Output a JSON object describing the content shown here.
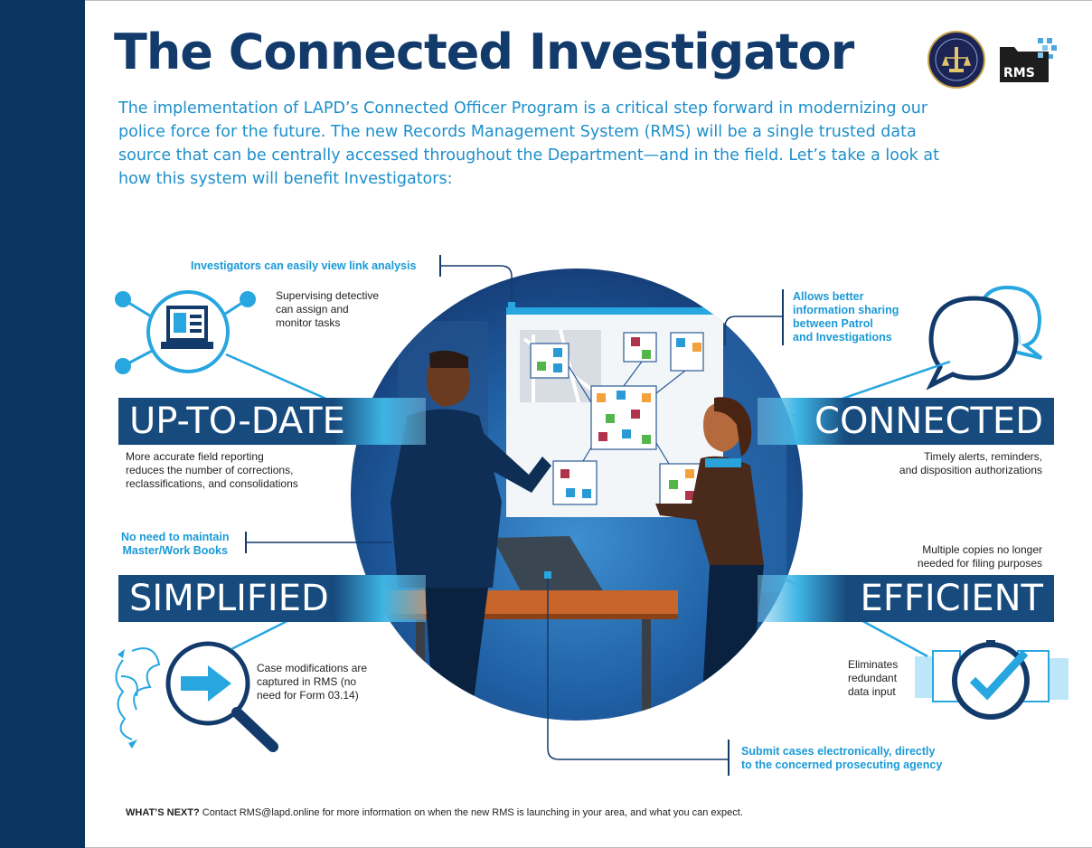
{
  "header": {
    "title": "The Connected Investigator",
    "intro": "The implementation of LAPD’s Connected Officer Program is a critical step forward in modernizing our police force for the future. The new Records Management System (RMS) will be a single trusted data source that can be centrally accessed throughout the Department—and in the field. Let’s take a look at how this system will benefit Investigators:"
  },
  "logos": {
    "rms_label": "RMS"
  },
  "callouts": {
    "link_analysis": "Investigators can easily view link analysis",
    "info_sharing_1": "Allows better",
    "info_sharing_2": "information sharing",
    "info_sharing_3": "between Patrol",
    "info_sharing_4": "and Investigations",
    "master_books_1": "No need to maintain",
    "master_books_2": "Master/Work Books",
    "submit_1": "Submit cases electronically, directly",
    "submit_2": "to the concerned prosecuting agency"
  },
  "notes": {
    "supervising_1": "Supervising detective",
    "supervising_2": "can assign and",
    "supervising_3": "monitor tasks",
    "uptodate_1": "More accurate field reporting",
    "uptodate_2": "reduces the number of corrections,",
    "uptodate_3": "reclassifications, and consolidations",
    "connected_1": "Timely alerts, reminders,",
    "connected_2": "and disposition authorizations",
    "copies_1": "Multiple copies no longer",
    "copies_2": "needed for filing purposes",
    "case_mod_1": "Case modifications are",
    "case_mod_2": "captured in RMS (no",
    "case_mod_3": "need for Form 03.14)",
    "redundant_1": "Eliminates",
    "redundant_2": "redundant",
    "redundant_3": "data input"
  },
  "bands": {
    "up_to_date": "UP-TO-DATE",
    "connected": "CONNECTED",
    "simplified": "SIMPLIFIED",
    "efficient": "EFFICIENT"
  },
  "footer": {
    "label": "WHAT’S NEXT?",
    "text": " Contact RMS@lapd.online for more information on when the new RMS is launching in your area, and what you can expect."
  },
  "colors": {
    "navy": "#0b3561",
    "title_blue": "#123a6b",
    "accent_blue": "#1a9ad6",
    "band_blue": "#174a7d"
  }
}
